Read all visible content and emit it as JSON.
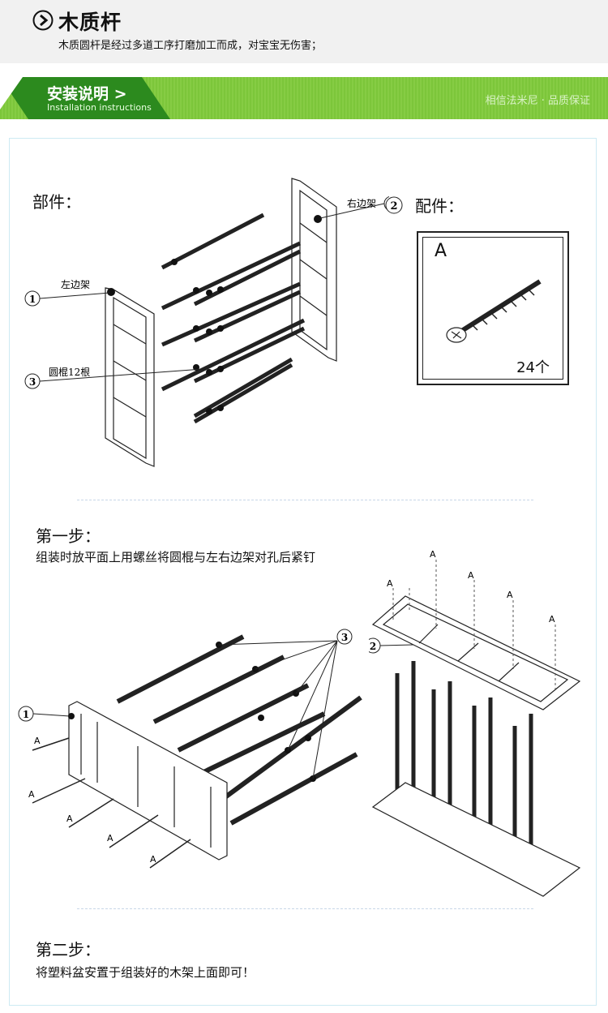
{
  "header": {
    "title": "木质杆",
    "description": "木质圆杆是经过多道工序打磨加工而成，对宝宝无伤害；"
  },
  "banner": {
    "title": "安装说明 >",
    "subtitle": "Installation instructions",
    "slogan": "相信法米尼 · 品质保证"
  },
  "parts": {
    "heading": "部件：",
    "accessories_heading": "配件：",
    "callouts": {
      "part1_num": "1",
      "part1_label": "左边架",
      "part2_num": "2",
      "part2_label": "右边架",
      "part3_num": "3",
      "part3_label": "圆棍12根"
    },
    "accessory_letter": "A",
    "accessory_count": "24个"
  },
  "step1": {
    "heading": "第一步：",
    "text": "组装时放平面上用螺丝将圆棍与左右边架对孔后紧钉",
    "screw_label": "A",
    "num1": "1",
    "num2": "2",
    "num3": "3"
  },
  "step2": {
    "heading": "第二步：",
    "text": "将塑料盆安置于组装好的木架上面即可！"
  },
  "colors": {
    "banner_green": "#7cc63a",
    "banner_dark_green": "#2c8a1e",
    "frame_border": "#cdeaf3"
  }
}
